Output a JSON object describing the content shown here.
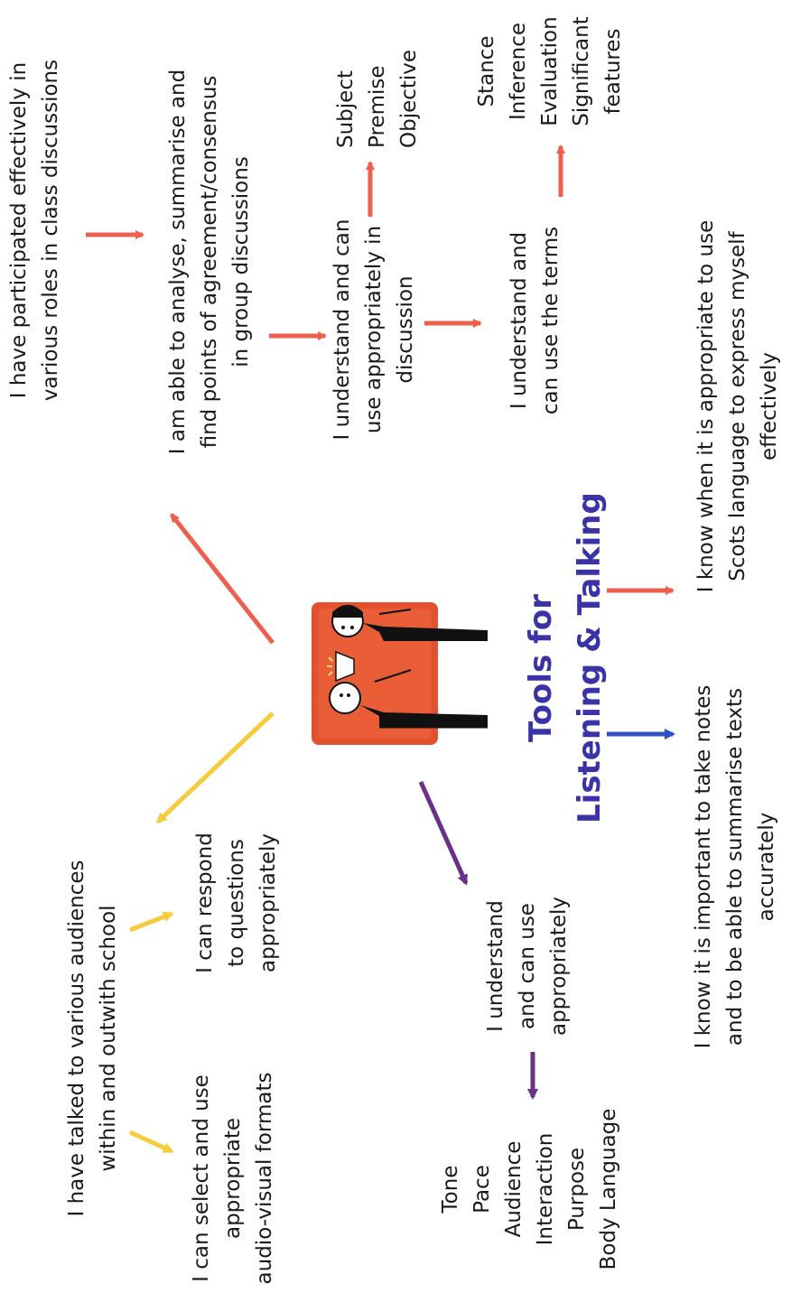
{
  "title": {
    "line1": "Tools for",
    "line2": "Listening & Talking"
  },
  "colors": {
    "red": "#ef5f4e",
    "yellow": "#f6cc3e",
    "purple": "#6a2f86",
    "blue": "#2f4fc7",
    "title": "#3a33a8",
    "illustration_bg": "#e3502e"
  },
  "illustration": {
    "icon": "two-people-talking-icon"
  },
  "nodes": {
    "participated": [
      "I have participated effectively in",
      "various roles in class discussions"
    ],
    "analyse": [
      "I am able to analyse, summarise and",
      "find points of agreement/consensus",
      "in group discussions"
    ],
    "understand_discussion": [
      "I understand and can",
      "use appropriately in",
      "discussion"
    ],
    "terms_list_1": [
      "Subject",
      "Premise",
      "Objective"
    ],
    "understand_terms": [
      "I understand and",
      "can use the terms"
    ],
    "terms_list_2": [
      "Stance",
      "Inference",
      "Evaluation",
      "Significant",
      "features"
    ],
    "scots": [
      "I know when it is appropriate to use",
      "Scots language to express myself",
      "effectively"
    ],
    "notes": [
      "I know it is important to take notes",
      "and to be able to summarise texts",
      "accurately"
    ],
    "understand_appropriately": [
      "I understand",
      "and can use",
      "appropriately"
    ],
    "delivery_list": [
      "Tone",
      "Pace",
      "Audience",
      "Interaction",
      "Purpose",
      "Body Language"
    ],
    "respond": [
      "I can respond",
      "to questions",
      "appropriately"
    ],
    "talked": [
      "I have talked to various audiences",
      "within and outwith school"
    ],
    "select_use": [
      "I can select and use",
      "appropriate",
      "audio-visual formats"
    ]
  }
}
